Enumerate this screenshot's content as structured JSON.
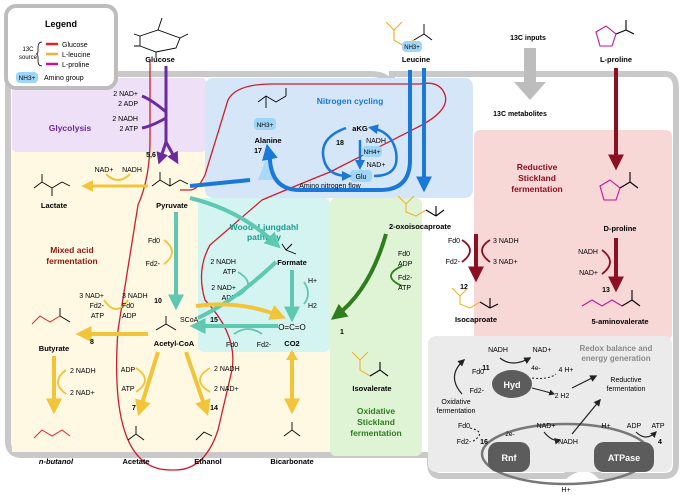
{
  "legend": {
    "title": "Legend",
    "source_label_1": "13C",
    "source_label_2": "source",
    "items": [
      {
        "label": "Glucose",
        "color": "#e8202a"
      },
      {
        "label": "L-leucine",
        "color": "#f2b233"
      },
      {
        "label": "L-proline",
        "color": "#c2149a"
      }
    ],
    "amino_group_chip": "NH3+",
    "amino_group_label": "Amino group"
  },
  "inputs": {
    "glucose": "Glucose",
    "leucine": "Leucine",
    "proline": "L-proline",
    "c13_inputs": "13C inputs",
    "c13_metabolites": "13C metabolites"
  },
  "sections": {
    "glycolysis": "Glycolysis",
    "nitrogen_cycling": "Nitrogen cycling",
    "mixed_acid": [
      "Mixed acid",
      "fermentation"
    ],
    "wood_ljungdahl": [
      "Wood–Ljungdahl",
      "pathway"
    ],
    "reductive_stickland": [
      "Reductive",
      "Stickland",
      "fermentation"
    ],
    "oxidative_stickland": [
      "Oxidative",
      "Stickland",
      "fermentation"
    ],
    "redox": [
      "Redox balance and",
      "energy generation"
    ]
  },
  "metabolites": {
    "pyruvate": "Pyruvate",
    "lactate": "Lactate",
    "alanine": "Alanine",
    "akg": "aKG",
    "glu": "Glu",
    "oxoisocaproate": "2-oxoisocaproate",
    "formate": "Formate",
    "co2": "CO2",
    "acetyl_coa": "Acetyl-CoA",
    "butyrate": "Butyrate",
    "n_butanol": "n-butanol",
    "acetate": "Acetate",
    "ethanol": "Ethanol",
    "bicarbonate": "Bicarbonate",
    "isovalerate": "Isovalerate",
    "isocaproate": "Isocaproate",
    "d_proline": "D-proline",
    "aminovalerate": "5-aminovalerate"
  },
  "labels": {
    "amino_nitrogen_flow": "Amino nitrogen flow",
    "reductive_fermentation": [
      "Reductive",
      "fermentation"
    ],
    "oxidative_fermentation": [
      "Oxidative",
      "fermentation"
    ],
    "hyd": "Hyd",
    "rnf": "Rnf",
    "atpase": "ATPase",
    "scoa": "SCoA",
    "h_plus": "H+",
    "h2": "H2",
    "nh4": "NH4+",
    "nh3_alanine": "NH3+"
  },
  "cofactors": {
    "glycolysis": [
      "2 NAD+",
      "2 ADP",
      "2 NADH",
      "2 ATP"
    ],
    "lactate": [
      "NAD+",
      "NADH"
    ],
    "akg_cycle": [
      "NADH",
      "NH4+",
      "NAD+"
    ],
    "pyruvate_acetyl": [
      "Fd0",
      "Fd2-"
    ],
    "wl_formate": [
      "2 NADH",
      "ATP",
      "2 NAD+",
      "ADP"
    ],
    "wl_fd": [
      "Fd0",
      "Fd2-"
    ],
    "butyrate_in": [
      "3 NAD+",
      "Fd2-",
      "ATP"
    ],
    "butyrate_out": [
      "3 NADH",
      "Fd0",
      "ADP"
    ],
    "butanol": [
      "2 NADH",
      "2 NAD+"
    ],
    "acetate": [
      "ADP",
      "ATP"
    ],
    "ethanol": [
      "2 NADH",
      "2 NAD+"
    ],
    "oxidative_stickland": [
      "Fd0",
      "ADP",
      "Fd2-",
      "ATP"
    ],
    "reductive_stickland": [
      "Fd0",
      "3 NADH",
      "Fd2-",
      "3 NAD+"
    ],
    "proline_reductase": [
      "NADH",
      "NAD+"
    ],
    "hyd": [
      "NADH",
      "NAD+",
      "Fd0",
      "Fd2-",
      "4e-",
      "4 H+",
      "2 H2"
    ],
    "rnf": [
      "Fd0",
      "Fd2-",
      "2e-",
      "NAD+",
      "NADH"
    ],
    "atpase": [
      "H+",
      "ADP",
      "ATP",
      "4"
    ],
    "membrane": "H+"
  },
  "reaction_numbers": {
    "glycolysis": "5,6",
    "alanine": "17",
    "akg": "18",
    "butyrate": "8",
    "acetyl": "10",
    "wl": "15",
    "ethanol": "14",
    "acetate": "7",
    "isovalerate": "1",
    "isocaproate": "12",
    "proline": "13",
    "hyd": "11",
    "rnf": "16",
    "atpase": "4"
  },
  "colors": {
    "glucose": "#e8202a",
    "leucine": "#f2b233",
    "proline": "#c2149a",
    "glycolysis_arrow": "#6b2aa0",
    "nitrogen_arrow": "#1a78d8",
    "mixed_arrow": "#f2c43a",
    "wl_arrow": "#5ec8b0",
    "oxidative_arrow": "#2f7d1e",
    "reductive_arrow": "#8b1020",
    "redox_gray": "#6d6d6d"
  }
}
